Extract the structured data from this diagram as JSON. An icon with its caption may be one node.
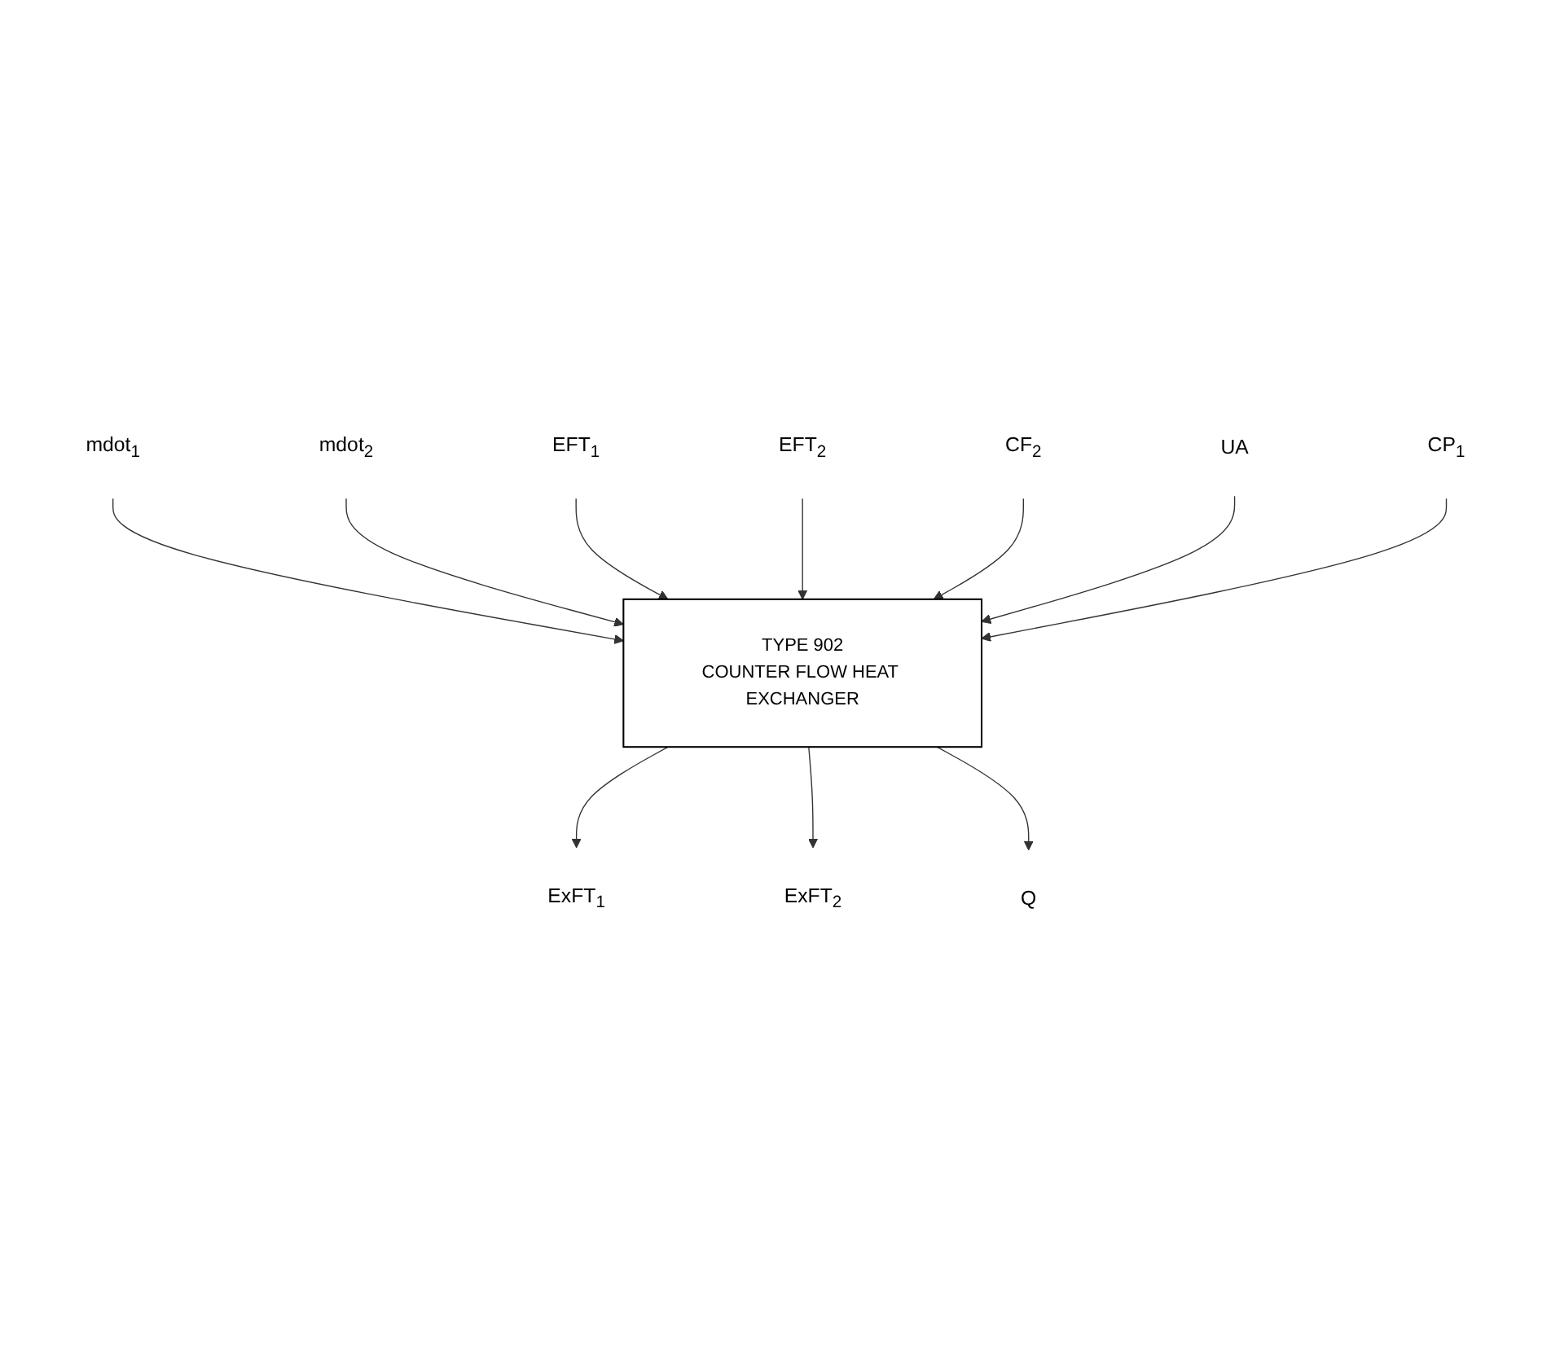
{
  "diagram": {
    "nodes": [
      {
        "text": [
          "mdot$_{1}$"
        ]
      },
      {
        "text": [
          "mdot$_{2}$"
        ]
      },
      {
        "text": [
          "EFT$_{1}$"
        ]
      },
      {
        "text": [
          "EFT$_{2}$"
        ]
      },
      {
        "text": [
          "TYPE 902",
          "COUNTER FLOW HEAT EXCHANGER"
        ]
      },
      {
        "text": [
          "CF$_{2}$"
        ]
      },
      {
        "text": [
          "UA"
        ]
      },
      {
        "text": [
          "CP$_{1}$"
        ]
      },
      {
        "text": [
          "ExFT$_{1}$"
        ]
      },
      {
        "text": [
          "ExFT$_{2}$"
        ]
      },
      {
        "text": [
          "Q"
        ]
      }
    ],
    "edges": [
      {
        "from": 0,
        "to": 4,
        "arrow": "to"
      },
      {
        "from": 1,
        "to": 4,
        "arrow": "to"
      },
      {
        "from": 2,
        "to": 4,
        "arrow": "to"
      },
      {
        "from": 3,
        "to": 4,
        "arrow": "to"
      },
      {
        "from": 5,
        "to": 4,
        "arrow": "to"
      },
      {
        "from": 6,
        "to": 4,
        "arrow": "to"
      },
      {
        "from": 7,
        "to": 4,
        "arrow": "to"
      },
      {
        "from": 4,
        "to": 8,
        "arrow": "to"
      },
      {
        "from": 4,
        "to": 9,
        "arrow": "to"
      },
      {
        "from": 4,
        "to": 10,
        "arrow": "to"
      }
    ]
  }
}
